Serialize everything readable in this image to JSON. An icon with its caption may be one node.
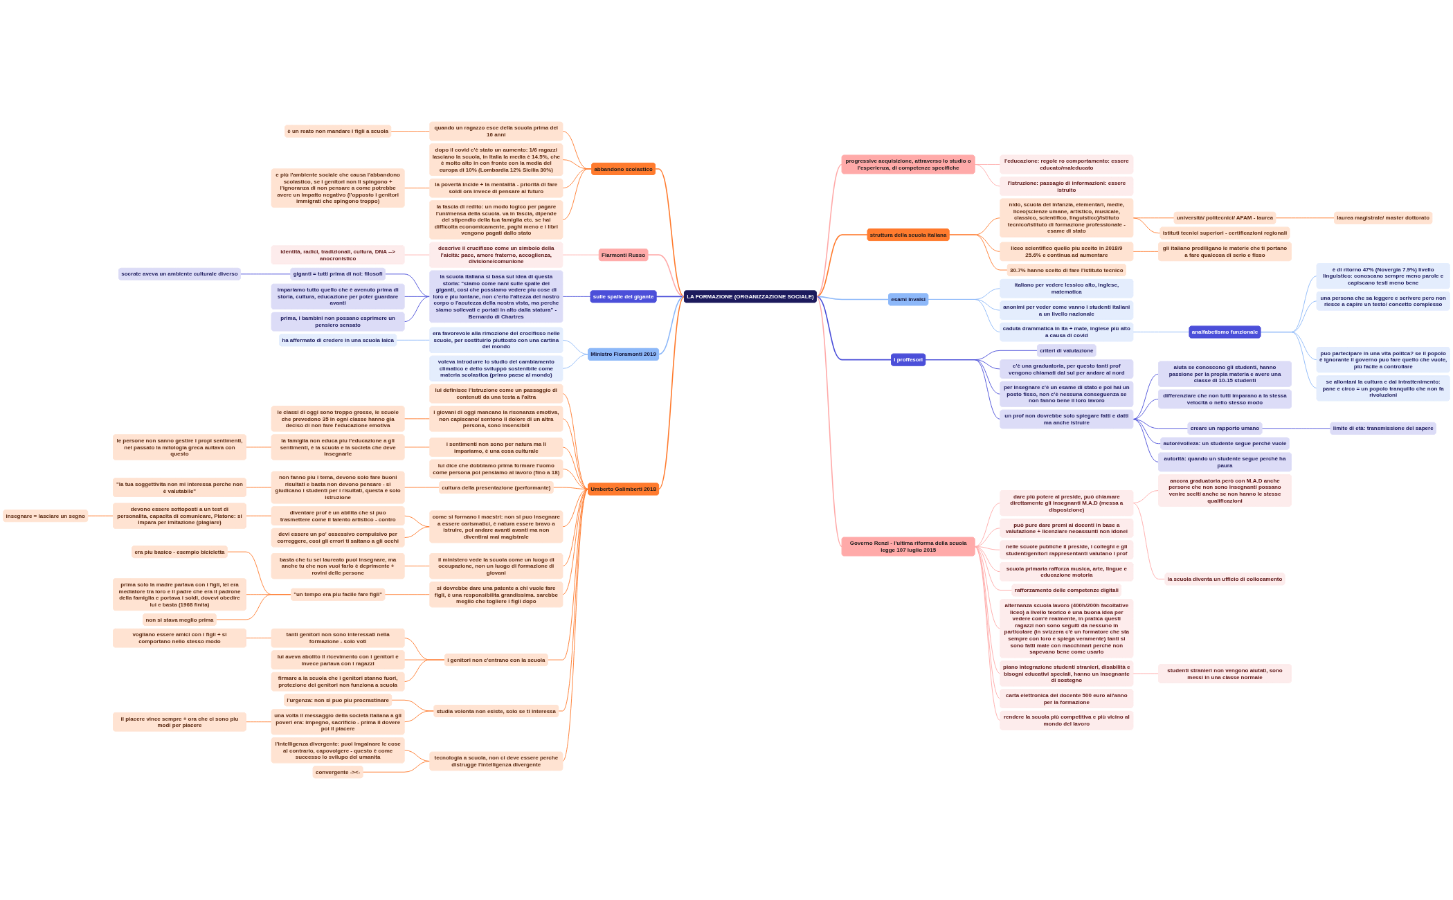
{
  "diagram": {
    "nodes": [
      {
        "text": [
          "LA FORMAZIONE (ORGANIZZAZIONE SOCIALE)"
        ]
      },
      {
        "text": [
          "abbandono scolastico"
        ]
      },
      {
        "text": [
          "quando un ragazzo esce della scuola prima dei 16 anni"
        ]
      },
      {
        "text": [
          "è un reato non mandare i figli a scuola"
        ]
      },
      {
        "text": [
          "dopo il covid c'è stato un aumento: 1/6 ragazzi lasciano la scuola, in Italia la media è 14.5%, che è molto alto in con fronte con la media del europa di 10% (Lombardia 12% Sicilia 30%)"
        ]
      },
      {
        "text": [
          "la povertà incide + la mentalità - priorità di fare soldi ora invece di pensare al futuro"
        ]
      },
      {
        "text": [
          "e più l'ambiente sociale che causa l'abbandono scolastico, se i genitori non li spingono + l'ignoranza di non pensare a come potrebbe avere un impatto negativo (l'opposto i genitori immigrati che spingono troppo)"
        ]
      },
      {
        "text": [
          "la fascia di redito: un modo logico per pagare l'uni/mensa della scuola. va in fascia, dipende del stipendio della tua famiglia etc. se hai difficolta economicamente, paghi meno e i libri vengono pagati dallo stato"
        ]
      },
      {
        "text": [
          "Fiarmonti Russo"
        ]
      },
      {
        "text": [
          "descrive il crucifisso come un simbolo della l'aicità: pace, amore fraterno, accoglienza, divisione/comunione"
        ]
      },
      {
        "text": [
          "identità, radici, tradizionali, cultura, DNA --> anocronistico"
        ]
      },
      {
        "text": [
          "sulle spalle del gigante"
        ]
      },
      {
        "text": [
          "la scuola italiana si basa sul idea di questa storia: \"siamo come nani sulle spalle dei giganti, cosi che possiamo vedere piu cose di loro e piu lontane, non c'erto l'altezza del nostro corpo o l'acutezza della nostra vista, ma perche siamo sollevati e portati in alto dalla statura\" - Bernardo di Chartres"
        ]
      },
      {
        "text": [
          "giganti = tutti prima di noi: filosofi"
        ]
      },
      {
        "text": [
          "socrate aveva un ambiente culturale diverso"
        ]
      },
      {
        "text": [
          "impariamo tutto quello che è avenuto prima di storia, cultura, educazione per poter guardare avanti"
        ]
      },
      {
        "text": [
          "prima, i bambini non possano esprimere un pensiero sensato"
        ]
      },
      {
        "text": [
          "Ministro Fioramonti 2019"
        ]
      },
      {
        "text": [
          "era favorevole alla rimozione del crocifisso nelle scuole, per sostituirlo piuttosto con una cartina del mondo"
        ]
      },
      {
        "text": [
          "ha affermato di credere in una scuola laica"
        ]
      },
      {
        "text": [
          "voleva introdurre lo studio del cambiamento climatico e dello sviluppò sostenibile come materia scolastica (primo paese al mondo)"
        ]
      },
      {
        "text": [
          "Umberto Galimberti 2018"
        ]
      },
      {
        "text": [
          "lui definisce l'istruzione come un passaggio di contenuti da una testa a l'altra"
        ]
      },
      {
        "text": [
          "i giovani di oggi mancano la risonanza emotiva, non capiscano/ sentono il dolore di un altra persona, sono insensibili"
        ]
      },
      {
        "text": [
          "le classi di oggi sono troppo grosse, le scuole che prevedono 35 in ogni classe hanno gia deciso di non fare l'educazione emotiva"
        ]
      },
      {
        "text": [
          "i sentimenti non sono per natura ma li impariamo, è una cosa culturale"
        ]
      },
      {
        "text": [
          "la famiglia non educa piu l'educazione a gli sentimenti, è la scuola e la societa che deve insegnarle"
        ]
      },
      {
        "text": [
          "le persone non sanno gestire i propi sentimenti, nel passato la mitologia greca auitava con questo"
        ]
      },
      {
        "text": [
          "lui dice che dobbiamo prima formare l'uomo come persona poi pensiamo al lavoro (fino a 18)"
        ]
      },
      {
        "text": [
          "cultura della presentazione (performante)"
        ]
      },
      {
        "text": [
          "non fanno piu i tema, devono solo fare buoni risultati e basta non devono pensare - si giudicano i studenti per i risultati, questa è solo istruzione"
        ]
      },
      {
        "text": [
          "\"la tua soggettivita non mi interessa perche non è valutabile\""
        ]
      },
      {
        "text": [
          "come si formano i maestri: non si puo insegnare a essere carismatici, è natura essere bravo a istruire, poi andare avanti avanti ma non diventirai mai magistrale"
        ]
      },
      {
        "text": [
          "diventare prof è un abilita che si puo trasmettere come il talento artistico - contro"
        ]
      },
      {
        "text": [
          "devono essere sottoposti a un test di personalita, capacita di comunicare, Platone: si impara per imitazione (plagiare)"
        ]
      },
      {
        "text": [
          "insegnare = lasciare un segno"
        ]
      },
      {
        "text": [
          "devi essere un po' ossessivo compulsivo per correggere, cosi gli errori ti saltano a gli occhi"
        ]
      },
      {
        "text": [
          "il ministero vede la scuola come un luogo di occupazione, non un luogo di formazione di giovani"
        ]
      },
      {
        "text": [
          "basta che tu sei laureato puoi insegnare, ma anche tu che non vuoi farlo è deprimente + rovini delle persone"
        ]
      },
      {
        "text": [
          "si dovrebbe dare una patente a chi vuole fare figli, è una responsibilita grandissima. sarebbe meglio che togliere i figli dopo"
        ]
      },
      {
        "text": [
          "\"un tempo era piu facile fare figli\""
        ]
      },
      {
        "text": [
          "era piu basico - esempio bicicletta"
        ]
      },
      {
        "text": [
          "prima solo la madre parlava con i figli, lei era mediatore tra loro e il padre che era il padrone della famiglia e portava i soldi, dovevi obedire lui e basta (1968 finita)"
        ]
      },
      {
        "text": [
          "non si stava meglio prima"
        ]
      },
      {
        "text": [
          "i genitori non c'entrano con la scuola"
        ]
      },
      {
        "text": [
          "tanti genitori non sono interessati nella formazione - solo voti"
        ]
      },
      {
        "text": [
          "vogliano essere amici con i figli + si comportano nello stesso modo"
        ]
      },
      {
        "text": [
          "lui aveva abolito il ricevimento con i genitori e invece parlava con i ragazzi"
        ]
      },
      {
        "text": [
          "firmare a la scuola che i genitori stanno fuori, protezione dei genitori non funziona a scuola"
        ]
      },
      {
        "text": [
          "studia volonta non esiste, solo se ti interessa"
        ]
      },
      {
        "text": [
          "l'urgenza: non si puo piu procrastinare"
        ]
      },
      {
        "text": [
          "una volta il messaggio della società italiana a gli poveri era: impegno, sacrificio - prima il dovere poi il piacere"
        ]
      },
      {
        "text": [
          "il piacere vince sempre + ora che ci sono piu modi per piacere"
        ]
      },
      {
        "text": [
          "tecnologia a scuola, non ci deve essere perche distrugge l'intelligenza divergente"
        ]
      },
      {
        "text": [
          "l'intelligenza divergente: puoi imgainare le cose al contrario, capovolgere - questo è come successo lo svilupo del umanita"
        ]
      },
      {
        "text": [
          "convergente -><-"
        ]
      },
      {
        "text": [
          "progressive acquisizione, attraverso lo studio o l'esperienza, di competenze specifiche"
        ]
      },
      {
        "text": [
          "l'educazione: regole ro comportamento: essere educato/maleducato"
        ]
      },
      {
        "text": [
          "l'istruzione: passagio di informazioni: essere istruito"
        ]
      },
      {
        "text": [
          "struttura della scuola italiana"
        ]
      },
      {
        "text": [
          "nido, scuola del infanzia, elementari, medie, liceo(scienze umane, artistico, musicale, classico, scientifico, linguistico)/istituto tecnico/istituto di formazione professionale - esame di stato"
        ]
      },
      {
        "text": [
          "università/ politecnici/ AFAM - laurea"
        ]
      },
      {
        "text": [
          "laurea magistrale/ master dottorato"
        ]
      },
      {
        "text": [
          "istituti tecnici superiori - certificazioni regionali"
        ]
      },
      {
        "text": [
          "liceo scientifico quello piu scelto in 2018/9 25.6% e continua ad aumentare"
        ]
      },
      {
        "text": [
          "gli italiano prediligano le materie che ti portano a fare qualcosa di serio e fisso"
        ]
      },
      {
        "text": [
          "30.7% hanno scelto di fare l'istituto tecnico"
        ]
      },
      {
        "text": [
          "esami invalsi"
        ]
      },
      {
        "text": [
          "italiano per vedere lessico alto, inglese, matematica"
        ]
      },
      {
        "text": [
          "anonimi per veder come vanno i studenti italiani a un livello nazionale"
        ]
      },
      {
        "text": [
          "caduta drammatica in ita + mate, inglese più alto a causa di covid"
        ]
      },
      {
        "text": [
          "analfabetismo funzionale"
        ]
      },
      {
        "text": [
          "è di ritorno 47% (Novergia 7.9%) livello linguistico: conoscano sempre meno parole e capiscano testi meno bene"
        ]
      },
      {
        "text": [
          "una persona che sa leggere e scrivere pero non riesce a capire un testo/ concetto complesso"
        ]
      },
      {
        "text": [
          "puo partecipare in una vita politca? se il popolo è ignorante il governo puo fare quello che vuole, più facile a controllare"
        ]
      },
      {
        "text": [
          "se allontani la cultura e dai intrattenimento: pane e circo = un popolo tranquillo che non fa rivoluzioni"
        ]
      },
      {
        "text": [
          "i proffesori"
        ]
      },
      {
        "text": [
          "criteri di valutazione"
        ]
      },
      {
        "text": [
          "c'è una graduatoria, per questo tanti prof vengono chiamati dal sul per andare al nord"
        ]
      },
      {
        "text": [
          "per insegnare c'è un esame di stato e poi hai un posto fisso, non c'è nessuna conseguenza se non fanno bene il loro lavoro"
        ]
      },
      {
        "text": [
          "un prof non dovrebbe solo spiegare fatti e datti ma anche istruire"
        ]
      },
      {
        "text": [
          "aiuta se conoscono gli studenti, hanno passione per la propia materia e avere una classe di 10-15 studenti"
        ]
      },
      {
        "text": [
          "differenziare che non tutti imparano a la stessa velocità o nello stesso modo"
        ]
      },
      {
        "text": [
          "creare un rapporto umano"
        ]
      },
      {
        "text": [
          "limite di età: transmissione del sapere"
        ]
      },
      {
        "text": [
          "autorévolleza: un studente segue perchè vuole"
        ]
      },
      {
        "text": [
          "autorità: quando un studente segue perchè ha paura"
        ]
      },
      {
        "text": [
          "Governo Renzi - l'ultima riforma della scuola legge 107 luglio 2015"
        ]
      },
      {
        "text": [
          "dare più potere al preside, può chiamare direttamente gli insegnanti M.A.D (messa a disposizione)"
        ]
      },
      {
        "text": [
          "ancora graduatoria però con M.A.D anche persone che non sono insegnanti possano venire scelti anche se non hanno le stesse qualificazioni"
        ]
      },
      {
        "text": [
          "la scuola diventa un ufficio di collocamento"
        ]
      },
      {
        "text": [
          "può pure dare premi ai docenti in base a valutazione + licenziare neoassunti non idonei"
        ]
      },
      {
        "text": [
          "nelle scuole publiche il preside, i colleghi e gli student/genitori rappresentanti valutano i prof"
        ]
      },
      {
        "text": [
          "scuola primaria rafforza musica, arte, lingue e educazione motoria"
        ]
      },
      {
        "text": [
          "rafforzamento delle competenze digitali"
        ]
      },
      {
        "text": [
          "alternanza scuola lavoro (400h/200h facoltative liceo) a livello teorico è una buona idea per vedere com'è realmente, in pratica questi ragazzi non sono seguiti da nessuno in particolare (in svizzera c'è un formatore che sta sempre con loro e spiega veramente) tanti si sono fatti male con macchinari perchè non sapevano bene come usarlo"
        ]
      },
      {
        "text": [
          "piano integrazione studenti stranieri, disabilità e bisogni educativi speciali, hanno un insegnante di sostegno"
        ]
      },
      {
        "text": [
          "studenti stranieri non vengono aiutati, sono messi in una classe normale"
        ]
      },
      {
        "text": [
          "carta elettronica del docente 500 euro all'anno per la formazione"
        ]
      },
      {
        "text": [
          "rendere la scuola più competitiva e più vicino al mondo del lavoro"
        ]
      }
    ],
    "edges": [
      {
        "from": 0,
        "to": 1,
        "arrow": "none"
      },
      {
        "from": 1,
        "to": 2,
        "arrow": "none"
      },
      {
        "from": 2,
        "to": 3,
        "arrow": "none"
      },
      {
        "from": 1,
        "to": 4,
        "arrow": "none"
      },
      {
        "from": 1,
        "to": 5,
        "arrow": "none"
      },
      {
        "from": 5,
        "to": 6,
        "arrow": "none"
      },
      {
        "from": 1,
        "to": 7,
        "arrow": "none"
      },
      {
        "from": 0,
        "to": 8,
        "arrow": "none",
        "color": "#ffaaa9"
      },
      {
        "from": 8,
        "to": 9,
        "arrow": "none",
        "color": "#ffaaa9"
      },
      {
        "from": 9,
        "to": 10,
        "arrow": "none",
        "color": "#ffaaa9"
      },
      {
        "from": 0,
        "to": 11,
        "arrow": "none",
        "color": "#4b4fd9"
      },
      {
        "from": 11,
        "to": 12,
        "arrow": "none",
        "color": "#4b4fd9"
      },
      {
        "from": 12,
        "to": 13,
        "arrow": "none",
        "color": "#4b4fd9"
      },
      {
        "from": 13,
        "to": 14,
        "arrow": "none",
        "color": "#4b4fd9"
      },
      {
        "from": 12,
        "to": 15,
        "arrow": "none",
        "color": "#4b4fd9"
      },
      {
        "from": 12,
        "to": 16,
        "arrow": "none",
        "color": "#4b4fd9"
      },
      {
        "from": 0,
        "to": 17,
        "arrow": "none",
        "color": "#8db8f9"
      },
      {
        "from": 17,
        "to": 18,
        "arrow": "none",
        "color": "#8db8f9"
      },
      {
        "from": 18,
        "to": 19,
        "arrow": "none",
        "color": "#8db8f9"
      },
      {
        "from": 17,
        "to": 20,
        "arrow": "none",
        "color": "#8db8f9"
      },
      {
        "from": 0,
        "to": 21,
        "arrow": "none"
      },
      {
        "from": 21,
        "to": 22,
        "arrow": "none"
      },
      {
        "from": 21,
        "to": 23,
        "arrow": "none"
      },
      {
        "from": 23,
        "to": 24,
        "arrow": "none"
      },
      {
        "from": 21,
        "to": 25,
        "arrow": "none"
      },
      {
        "from": 25,
        "to": 26,
        "arrow": "none"
      },
      {
        "from": 26,
        "to": 27,
        "arrow": "none"
      },
      {
        "from": 21,
        "to": 28,
        "arrow": "none"
      },
      {
        "from": 21,
        "to": 29,
        "arrow": "none"
      },
      {
        "from": 29,
        "to": 30,
        "arrow": "none"
      },
      {
        "from": 30,
        "to": 31,
        "arrow": "none"
      },
      {
        "from": 21,
        "to": 32,
        "arrow": "none"
      },
      {
        "from": 32,
        "to": 33,
        "arrow": "none"
      },
      {
        "from": 33,
        "to": 34,
        "arrow": "none"
      },
      {
        "from": 34,
        "to": 35,
        "arrow": "none"
      },
      {
        "from": 32,
        "to": 36,
        "arrow": "none"
      },
      {
        "from": 21,
        "to": 37,
        "arrow": "none"
      },
      {
        "from": 37,
        "to": 38,
        "arrow": "none"
      },
      {
        "from": 21,
        "to": 39,
        "arrow": "none"
      },
      {
        "from": 39,
        "to": 40,
        "arrow": "none"
      },
      {
        "from": 40,
        "to": 41,
        "arrow": "none"
      },
      {
        "from": 40,
        "to": 42,
        "arrow": "none"
      },
      {
        "from": 40,
        "to": 43,
        "arrow": "none"
      },
      {
        "from": 21,
        "to": 44,
        "arrow": "none"
      },
      {
        "from": 44,
        "to": 45,
        "arrow": "none"
      },
      {
        "from": 45,
        "to": 46,
        "arrow": "none"
      },
      {
        "from": 44,
        "to": 47,
        "arrow": "none"
      },
      {
        "from": 44,
        "to": 48,
        "arrow": "none"
      },
      {
        "from": 21,
        "to": 49,
        "arrow": "none"
      },
      {
        "from": 49,
        "to": 50,
        "arrow": "none"
      },
      {
        "from": 49,
        "to": 51,
        "arrow": "none"
      },
      {
        "from": 51,
        "to": 52,
        "arrow": "none"
      },
      {
        "from": 21,
        "to": 53,
        "arrow": "none"
      },
      {
        "from": 53,
        "to": 54,
        "arrow": "none"
      },
      {
        "from": 53,
        "to": 55,
        "arrow": "none"
      },
      {
        "from": 0,
        "to": 56,
        "arrow": "none",
        "color": "#ffaaa9"
      },
      {
        "from": 56,
        "to": 57,
        "arrow": "none",
        "color": "#ffaaa9"
      },
      {
        "from": 56,
        "to": 58,
        "arrow": "none",
        "color": "#ffaaa9"
      },
      {
        "from": 0,
        "to": 59,
        "arrow": "none"
      },
      {
        "from": 59,
        "to": 60,
        "arrow": "none"
      },
      {
        "from": 60,
        "to": 61,
        "arrow": "none"
      },
      {
        "from": 61,
        "to": 62,
        "arrow": "none"
      },
      {
        "from": 60,
        "to": 63,
        "arrow": "none"
      },
      {
        "from": 59,
        "to": 64,
        "arrow": "none"
      },
      {
        "from": 64,
        "to": 65,
        "arrow": "none"
      },
      {
        "from": 59,
        "to": 66,
        "arrow": "none"
      },
      {
        "from": 0,
        "to": 67,
        "arrow": "none",
        "color": "#8db8f9"
      },
      {
        "from": 67,
        "to": 68,
        "arrow": "none",
        "color": "#8db8f9"
      },
      {
        "from": 67,
        "to": 69,
        "arrow": "none",
        "color": "#8db8f9"
      },
      {
        "from": 67,
        "to": 70,
        "arrow": "none",
        "color": "#8db8f9"
      },
      {
        "from": 70,
        "to": 71,
        "arrow": "none",
        "color": "#8db8f9"
      },
      {
        "from": 71,
        "to": 72,
        "arrow": "none",
        "color": "#8db8f9"
      },
      {
        "from": 71,
        "to": 73,
        "arrow": "none",
        "color": "#8db8f9"
      },
      {
        "from": 71,
        "to": 74,
        "arrow": "none",
        "color": "#8db8f9"
      },
      {
        "from": 71,
        "to": 75,
        "arrow": "none",
        "color": "#8db8f9"
      },
      {
        "from": 0,
        "to": 76,
        "arrow": "none",
        "color": "#4b4fd9"
      },
      {
        "from": 76,
        "to": 77,
        "arrow": "none",
        "color": "#4b4fd9"
      },
      {
        "from": 76,
        "to": 78,
        "arrow": "none",
        "color": "#4b4fd9"
      },
      {
        "from": 76,
        "to": 79,
        "arrow": "none",
        "color": "#4b4fd9"
      },
      {
        "from": 76,
        "to": 80,
        "arrow": "none",
        "color": "#4b4fd9"
      },
      {
        "from": 80,
        "to": 81,
        "arrow": "none",
        "color": "#4b4fd9"
      },
      {
        "from": 80,
        "to": 82,
        "arrow": "none",
        "color": "#4b4fd9"
      },
      {
        "from": 80,
        "to": 83,
        "arrow": "none",
        "color": "#4b4fd9"
      },
      {
        "from": 83,
        "to": 84,
        "arrow": "none",
        "color": "#4b4fd9"
      },
      {
        "from": 80,
        "to": 85,
        "arrow": "none",
        "color": "#4b4fd9"
      },
      {
        "from": 80,
        "to": 86,
        "arrow": "none",
        "color": "#4b4fd9"
      },
      {
        "from": 0,
        "to": 87,
        "arrow": "none",
        "color": "#ffaaa9"
      },
      {
        "from": 87,
        "to": 88,
        "arrow": "none",
        "color": "#ffaaa9"
      },
      {
        "from": 88,
        "to": 89,
        "arrow": "none",
        "color": "#ffaaa9"
      },
      {
        "from": 88,
        "to": 90,
        "arrow": "none",
        "color": "#ffaaa9"
      },
      {
        "from": 87,
        "to": 91,
        "arrow": "none",
        "color": "#ffaaa9"
      },
      {
        "from": 87,
        "to": 92,
        "arrow": "none",
        "color": "#ffaaa9"
      },
      {
        "from": 87,
        "to": 93,
        "arrow": "none",
        "color": "#ffaaa9"
      },
      {
        "from": 87,
        "to": 94,
        "arrow": "none",
        "color": "#ffaaa9"
      },
      {
        "from": 87,
        "to": 95,
        "arrow": "none",
        "color": "#ffaaa9"
      },
      {
        "from": 87,
        "to": 96,
        "arrow": "none",
        "color": "#ffaaa9"
      },
      {
        "from": 96,
        "to": 97,
        "arrow": "none",
        "color": "#ffaaa9"
      },
      {
        "from": 87,
        "to": 98,
        "arrow": "none",
        "color": "#ffaaa9"
      },
      {
        "from": 87,
        "to": 99,
        "arrow": "none",
        "color": "#ffaaa9"
      }
    ]
  }
}
